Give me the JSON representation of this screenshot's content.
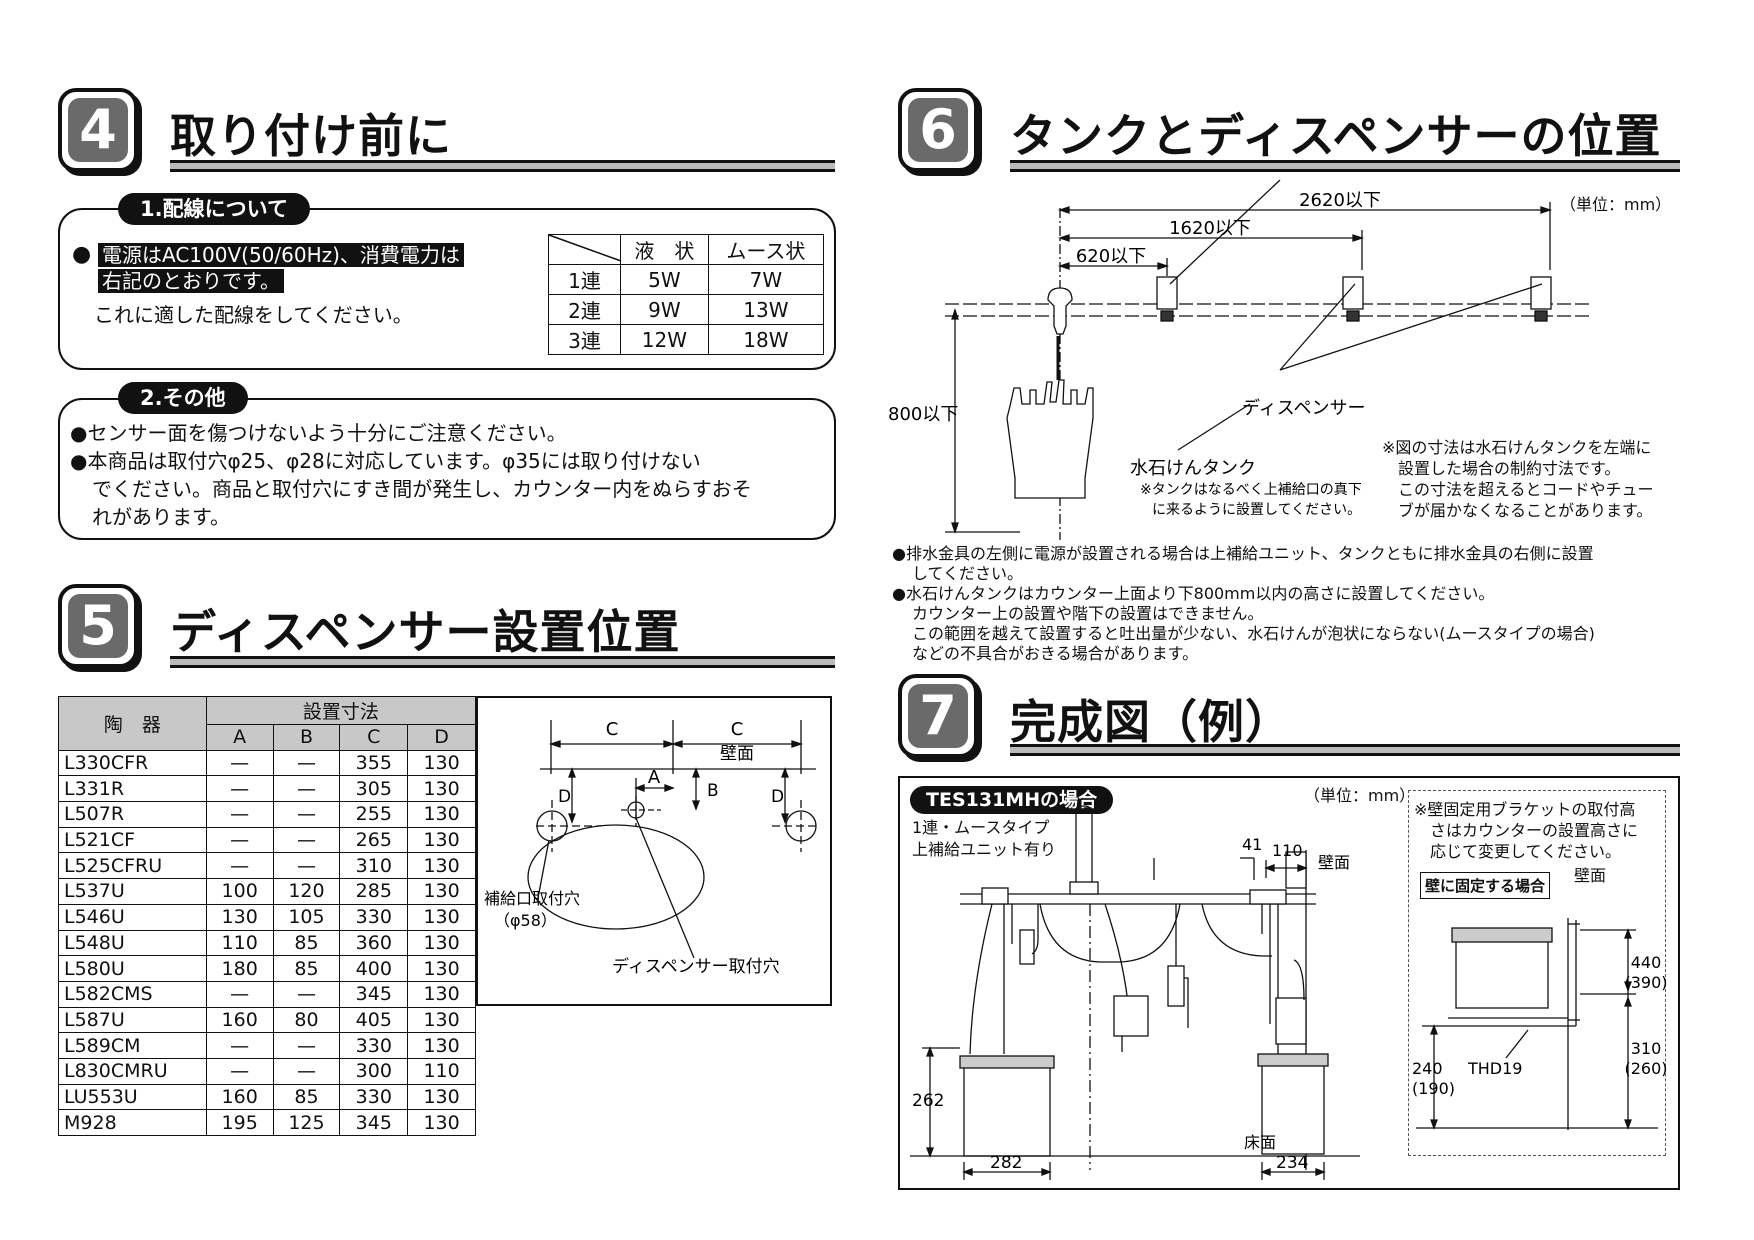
{
  "s4": {
    "num": "4",
    "title": "取り付け前に",
    "wiring_label": "1.配線について",
    "wiring_line1": "電源はAC100V(50/60Hz)、消費電力は",
    "wiring_line2": "右記のとおりです。",
    "wiring_line3": "これに適した配線をしてください。",
    "power_table": {
      "headers": [
        "液　状",
        "ムース状"
      ],
      "rows": [
        [
          "1連",
          "5W",
          "7W"
        ],
        [
          "2連",
          "9W",
          "13W"
        ],
        [
          "3連",
          "12W",
          "18W"
        ]
      ]
    },
    "other_label": "2.その他",
    "other_line1": "●センサー面を傷つけないよう十分にご注意ください。",
    "other_line2": "●本商品は取付穴φ25、φ28に対応しています。φ35には取り付けない",
    "other_line3": "でください。商品と取付穴にすき間が発生し、カウンター内をぬらすおそ",
    "other_line4": "れがあります。"
  },
  "s5": {
    "num": "5",
    "title": "ディスペンサー設置位置",
    "table": {
      "h_product": "陶　器",
      "h_dim": "設置寸法",
      "cols": [
        "A",
        "B",
        "C",
        "D"
      ],
      "rows": [
        [
          "L330CFR",
          "—",
          "—",
          "355",
          "130"
        ],
        [
          "L331R",
          "—",
          "—",
          "305",
          "130"
        ],
        [
          "L507R",
          "—",
          "—",
          "255",
          "130"
        ],
        [
          "L521CF",
          "—",
          "—",
          "265",
          "130"
        ],
        [
          "L525CFRU",
          "—",
          "—",
          "310",
          "130"
        ],
        [
          "L537U",
          "100",
          "120",
          "285",
          "130"
        ],
        [
          "L546U",
          "130",
          "105",
          "330",
          "130"
        ],
        [
          "L548U",
          "110",
          "85",
          "360",
          "130"
        ],
        [
          "L580U",
          "180",
          "85",
          "400",
          "130"
        ],
        [
          "L582CMS",
          "—",
          "—",
          "345",
          "130"
        ],
        [
          "L587U",
          "160",
          "80",
          "405",
          "130"
        ],
        [
          "L589CM",
          "—",
          "—",
          "330",
          "130"
        ],
        [
          "L830CMRU",
          "—",
          "—",
          "300",
          "110"
        ],
        [
          "LU553U",
          "160",
          "85",
          "330",
          "130"
        ],
        [
          "M928",
          "195",
          "125",
          "345",
          "130"
        ]
      ]
    },
    "diagram": {
      "c": "C",
      "wall": "壁面",
      "a": "A",
      "b": "B",
      "d": "D",
      "hole1": "補給口取付穴",
      "hole2": "（φ58）",
      "disp_hole": "ディスペンサー取付穴"
    }
  },
  "s6": {
    "num": "6",
    "title": "タンクとディスペンサーの位置",
    "unit": "（単位：mm）",
    "dim1": "2620以下",
    "dim2": "1620以下",
    "dim3": "620以下",
    "height": "800以下",
    "dispenser": "ディスペンサー",
    "tank": "水石けんタンク",
    "tank_note1": "※タンクはなるべく上補給口の真下",
    "tank_note2": "に来るように設置してください。",
    "note1": "※図の寸法は水石けんタンクを左端に",
    "note2": "設置した場合の制約寸法です。",
    "note3": "この寸法を超えるとコードやチュー",
    "note4": "ブが届かなくなることがあります。",
    "b1a": "●排水金具の左側に電源が設置される場合は上補給ユニット、タンクともに排水金具の右側に設置",
    "b1b": "してください。",
    "b2a": "●水石けんタンクはカウンター上面より下800mm以内の高さに設置してください。",
    "b2b": "カウンター上の設置や階下の設置はできません。",
    "b2c": "この範囲を越えて設置すると吐出量が少ない、水石けんが泡状にならない(ムースタイプの場合)",
    "b2d": "などの不具合がおきる場合があります。"
  },
  "s7": {
    "num": "7",
    "title": "完成図（例）",
    "case": "TES131MHの場合",
    "unit": "（単位：mm）",
    "type1": "1連・ムースタイプ",
    "type2": "上補給ユニット有り",
    "d41": "41",
    "d110": "110",
    "wall": "壁面",
    "d262": "262",
    "d282": "282",
    "floor": "床面",
    "d234": "234",
    "note1": "※壁固定用ブラケットの取付高",
    "note2": "さはカウンターの設置高さに",
    "note3": "応じて変更してください。",
    "fix": "壁に固定する場合",
    "wall2": "壁面",
    "d440": "440",
    "d390": "(390)",
    "d310": "310",
    "d260": "(260)",
    "d240": "240",
    "d190": "(190)",
    "thd": "THD19"
  }
}
